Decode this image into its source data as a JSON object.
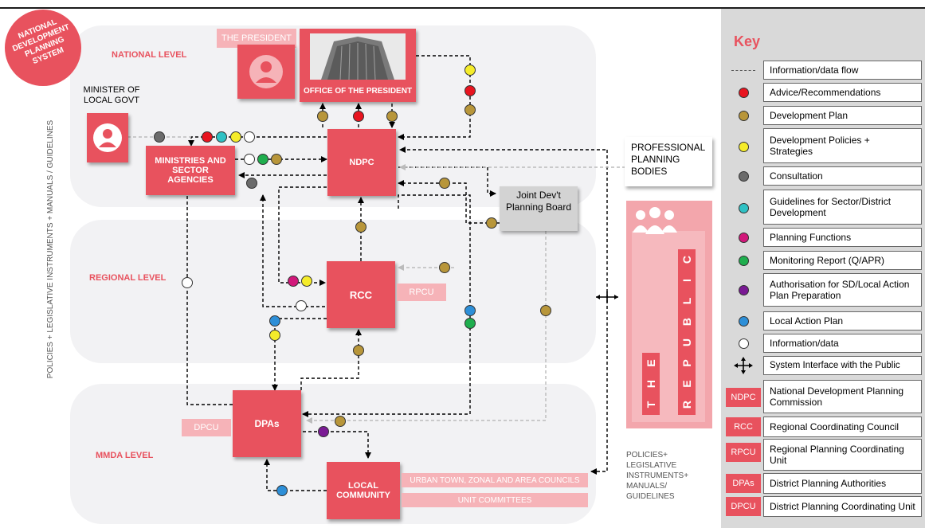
{
  "badge": {
    "text": "NATIONAL DEVELOPMENT PLANNING SYSTEM"
  },
  "side_label": "POLICIES + LEGISLATIVE INSTRUMENTS + MANUALS / GUIDELINES",
  "levels": {
    "national": "NATIONAL LEVEL",
    "regional": "REGIONAL LEVEL",
    "mmda": "MMDA LEVEL"
  },
  "nodes": {
    "the_president": "THE PRESIDENT",
    "office_of_the_president": "OFFICE OF THE PRESIDENT",
    "minister_local_govt": "MINISTER OF LOCAL GOVT",
    "ministries": "MINISTRIES AND SECTOR AGENCIES",
    "ndpc": "NDPC",
    "professional_bodies": "PROFESSIONAL PLANNING BODIES",
    "joint_board": "Joint Dev't Planning Board",
    "rcc": "RCC",
    "rpcu": "RPCU",
    "dpas": "DPAs",
    "dpcu": "DPCU",
    "local_community": "LOCAL COMMUNITY",
    "urban_councils": "URBAN TOWN, ZONAL AND AREA COUNCILS",
    "unit_committees": "UNIT COMMITTEES",
    "policies_note": "POLICIES+ LEGISLATIVE INSTRUMENTS+ MANUALS/ GUIDELINES",
    "the_public_letters": [
      "T",
      "H",
      "E"
    ],
    "republic_letters": [
      "R",
      "E",
      "P",
      "U",
      "B",
      "L",
      "I",
      "C"
    ]
  },
  "key": {
    "title": "Key",
    "items": [
      {
        "symbol": "dash",
        "label": "Information/data flow"
      },
      {
        "symbol": "dot",
        "color": "#e8141f",
        "label": "Advice/Recommendations"
      },
      {
        "symbol": "dot",
        "color": "#b8963a",
        "label": "Development Plan"
      },
      {
        "symbol": "dot",
        "color": "#f5ec2a",
        "label": "Development Policies + Strategies"
      },
      {
        "symbol": "dot",
        "color": "#6b6b6b",
        "label": "Consultation"
      },
      {
        "symbol": "dot",
        "color": "#2fc1c4",
        "label": "Guidelines for Sector/District Development"
      },
      {
        "symbol": "dot",
        "color": "#d1187a",
        "label": "Planning Functions"
      },
      {
        "symbol": "dot",
        "color": "#1fae4e",
        "label": "Monitoring Report (Q/APR)"
      },
      {
        "symbol": "dot",
        "color": "#7a1a94",
        "label": "Authorisation for SD/Local Action Plan Preparation"
      },
      {
        "symbol": "dot",
        "color": "#2d8fd8",
        "label": "Local Action Plan"
      },
      {
        "symbol": "dot",
        "color": "#ffffff",
        "label": "Information/data"
      },
      {
        "symbol": "cross",
        "label": "System Interface with the Public"
      }
    ],
    "abbreviations": [
      {
        "abbr": "NDPC",
        "label": "National Development Planning Commission"
      },
      {
        "abbr": "RCC",
        "label": "Regional Coordinating Council"
      },
      {
        "abbr": "RPCU",
        "label": "Regional Planning Coordinating Unit"
      },
      {
        "abbr": "DPAs",
        "label": "District Planning Authorities"
      },
      {
        "abbr": "DPCU",
        "label": "District Planning Coordinating Unit"
      }
    ]
  },
  "colors": {
    "accent": "#e8525e",
    "pink": "#f6b3b8",
    "red": "#e8141f",
    "gold": "#b8963a",
    "yellow": "#f5ec2a",
    "grey": "#6b6b6b",
    "cyan": "#2fc1c4",
    "magenta": "#d1187a",
    "green": "#1fae4e",
    "purple": "#7a1a94",
    "blue": "#2d8fd8",
    "white": "#ffffff"
  }
}
